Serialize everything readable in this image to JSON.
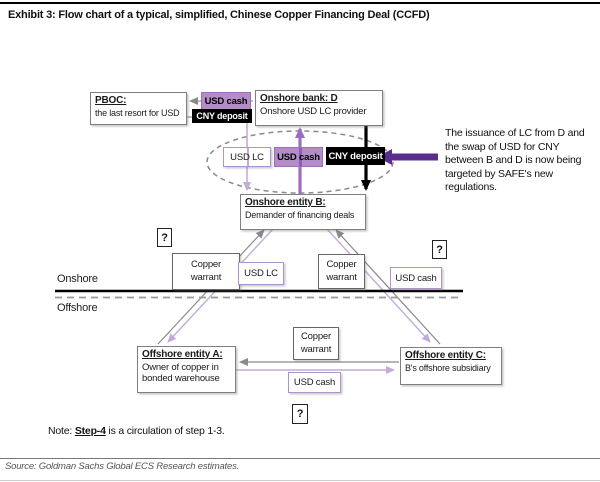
{
  "title": "Exhibit 3: Flow chart of a typical, simplified, Chinese Copper Financing Deal (CCFD)",
  "regions": {
    "onshore": "Onshore",
    "offshore": "Offshore"
  },
  "nodes": {
    "pboc": {
      "name": "PBOC:",
      "desc": "the last resort for USD"
    },
    "bank_d": {
      "name": "Onshore bank: D",
      "desc": "Onshore USD LC provider"
    },
    "entity_b": {
      "name": "Onshore entity B:",
      "desc": "Demander of financing deals"
    },
    "entity_a": {
      "name": "Offshore entity A:",
      "desc1": "Owner of copper in",
      "desc2": "bonded warehouse"
    },
    "entity_c": {
      "name": "Offshore entity C:",
      "desc": "B's offshore subsidiary"
    }
  },
  "flow_labels": {
    "usd_cash_pboc": "USD cash",
    "cny_deposit_pboc": "CNY deposit",
    "usd_lc_swap": "USD LC",
    "usd_cash_swap": "USD cash",
    "cny_deposit_swap": "CNY deposit",
    "copper_warrant_line1": "Copper",
    "copper_warrant_line2": "warrant",
    "usd_lc_mid": "USD LC",
    "usd_cash_mid": "USD cash",
    "usd_cash_offshore": "USD cash",
    "question_mark": "?"
  },
  "annotation": {
    "lines": [
      "The issuance of LC from D and",
      "the swap of USD for CNY",
      "between B and D is now being",
      "targeted by SAFE's new",
      "regulations."
    ]
  },
  "note": {
    "prefix": "Note: ",
    "step": "Step-4",
    "suffix": " is a circulation of step 1-3."
  },
  "source": "Source: Goldman Sachs Global ECS Research estimates.",
  "colors": {
    "purple_fill": "#b48cc8",
    "purple_border": "#9a6fb8",
    "purple_flow": "#9b6fc0",
    "light_purple": "#c3abd8",
    "dark_purple_arrow": "#5b2d8e",
    "gray_line": "#8a8a8a",
    "black": "#000000"
  }
}
